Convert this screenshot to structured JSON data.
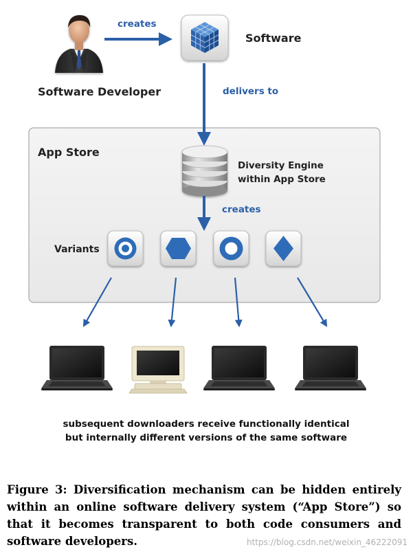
{
  "labels": {
    "software_developer": "Software Developer",
    "software": "Software",
    "creates_top": "creates",
    "delivers_to": "delivers to",
    "app_store": "App Store",
    "diversity_engine_line1": "Diversity Engine",
    "diversity_engine_line2": "within App Store",
    "creates_engine": "creates",
    "variants": "Variants"
  },
  "footnote": {
    "line1": "subsequent downloaders receive functionally identical",
    "line2": "but internally different versions of the same software"
  },
  "caption": "Figure 3:  Diversification mechanism can be hidden entirely within an online software delivery system (“App Store”) so that it becomes transparent to both code consumers and software developers.",
  "watermark": "https://blog.csdn.net/weixin_46222091",
  "icons": {
    "developer": "person-icon",
    "software": "software-cube-icon",
    "engine": "database-stack-icon",
    "variants": [
      "ring-variant-icon",
      "hexagon-variant-icon",
      "circle-variant-icon",
      "diamond-variant-icon"
    ],
    "computers": [
      "laptop-icon",
      "desktop-computer-icon",
      "laptop-icon",
      "laptop-icon"
    ]
  },
  "colors": {
    "arrow": "#2b5fa8",
    "variant_blue": "#2f6cb8",
    "panel_bg": "#eeeeee",
    "panel_border": "#a9a9a9"
  }
}
